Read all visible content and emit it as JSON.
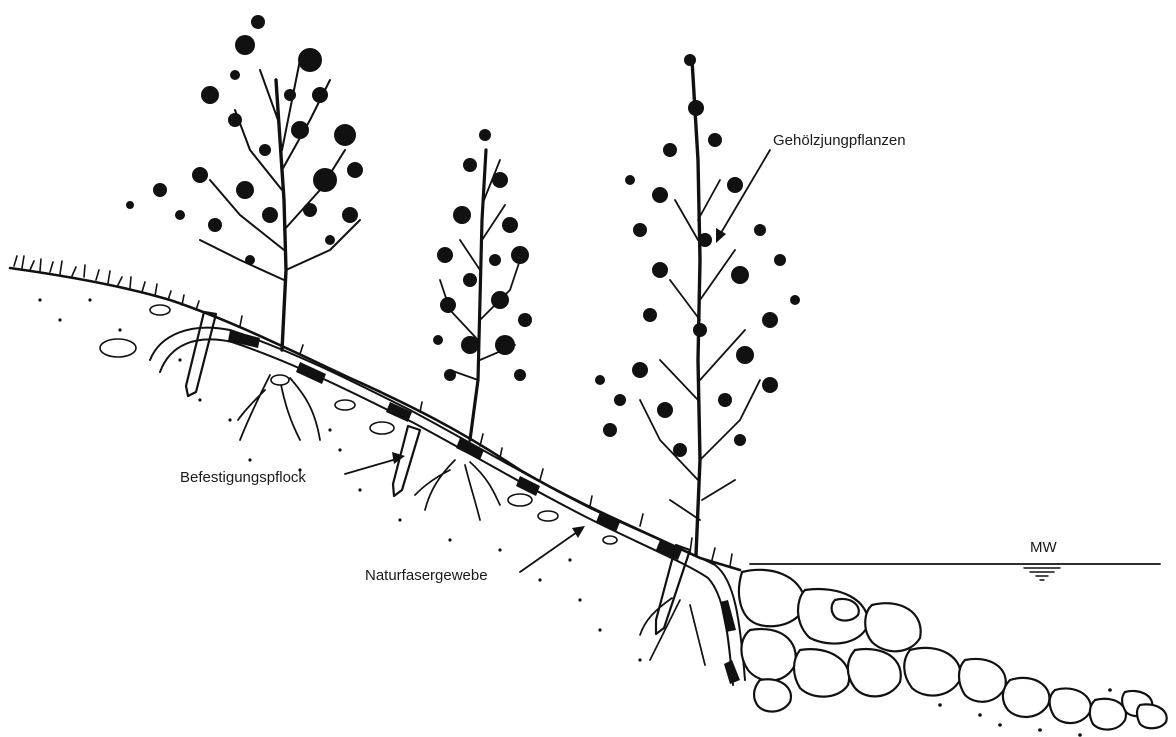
{
  "labels": {
    "plants": "Gehölzjungpflanzen",
    "stake": "Befestigungspflock",
    "fabric": "Naturfasergewebe",
    "water_level": "MW"
  },
  "colors": {
    "ink": "#111111",
    "paper": "#ffffff"
  }
}
